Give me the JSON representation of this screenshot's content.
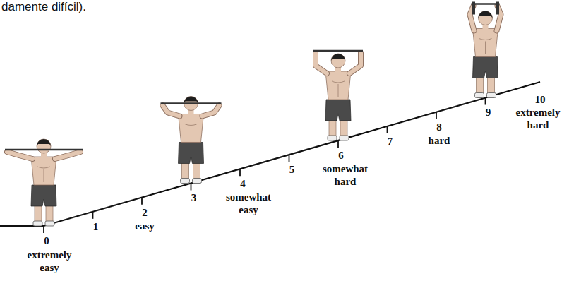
{
  "diagram": {
    "labels": [
      "damente difícil).",
      "0",
      "extremely easy",
      "1",
      "2",
      "easy",
      "3",
      "4",
      "somewhat easy",
      "5",
      "6",
      "somewhat hard",
      "7",
      "8",
      "hard",
      "9",
      "10",
      "extremely hard"
    ]
  }
}
